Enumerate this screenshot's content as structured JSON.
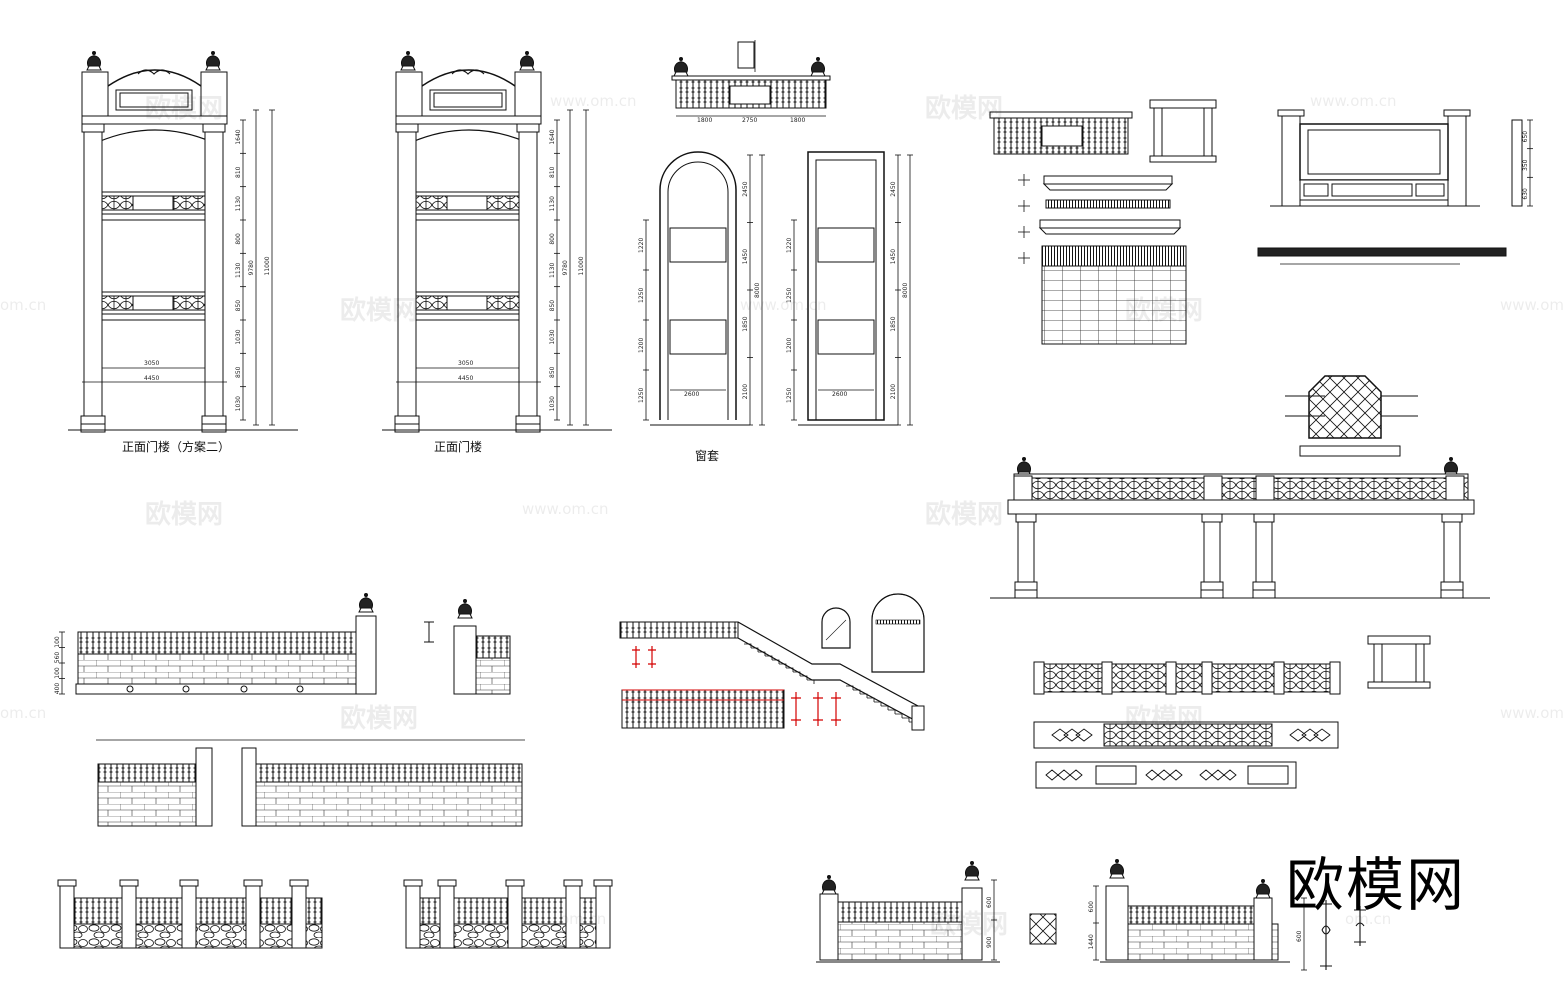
{
  "captions": {
    "gate_front_scheme2": "正面门楼（方案二）",
    "gate_front": "正面门楼",
    "window_surround": "窗套"
  },
  "dimensions": {
    "gate_inner_width": "3050",
    "gate_outer_width": "4450",
    "gate_total_height": "11000",
    "gate_mid_height": "9780",
    "gate_segments": [
      "1640",
      "810",
      "1130",
      "800",
      "1130",
      "850",
      "1030",
      "850",
      "1030"
    ],
    "window_side_width": "2600",
    "window_arch_height": "2450",
    "window_height_a": "1850",
    "window_height_b": "1450",
    "window_height_c": "2100",
    "window_total": "8000",
    "balcony_widths": [
      "1800",
      "2750",
      "1800"
    ]
  },
  "watermark": {
    "logo_text": "欧模网",
    "url": "www.om.cn",
    "url_fragment": "om.cn"
  },
  "colors": {
    "line": "#111111",
    "highlight": "#d40000",
    "background": "#ffffff"
  }
}
